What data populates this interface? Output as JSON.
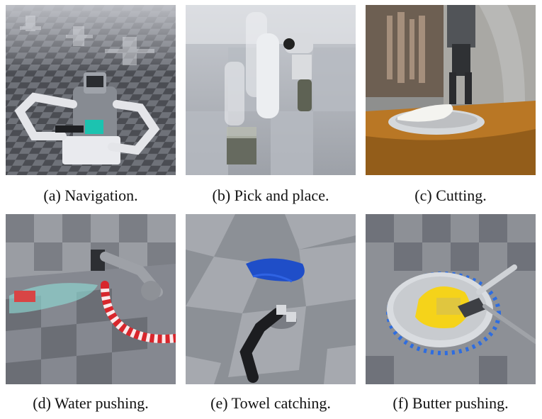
{
  "figure": {
    "panels": [
      {
        "letter": "(a)",
        "caption": "Navigation."
      },
      {
        "letter": "(b)",
        "caption": "Pick and place."
      },
      {
        "letter": "(c)",
        "caption": "Cutting."
      },
      {
        "letter": "(d)",
        "caption": "Water pushing."
      },
      {
        "letter": "(e)",
        "caption": "Towel catching."
      },
      {
        "letter": "(f)",
        "caption": "Butter pushing."
      }
    ]
  },
  "colors": {
    "floor_dark": "#4a4c52",
    "floor_light": "#7d8087",
    "robot_gray": "#8d9198",
    "robot_white": "#e9eaee",
    "teal_screen": "#1cc3b0",
    "towel_blue": "#1f4ec8",
    "butter_yellow": "#f5d31a",
    "hose_red": "#d8262c",
    "flame_blue": "#2e6de0"
  }
}
